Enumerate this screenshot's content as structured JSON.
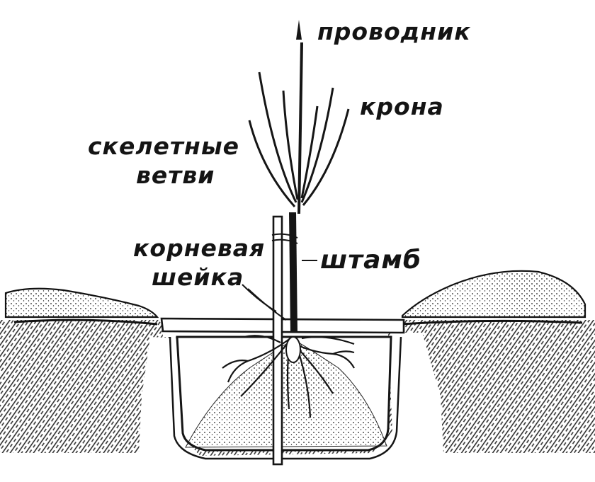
{
  "labels": {
    "leader": "проводник",
    "crown": "крона",
    "skeletal_branches_line1": "скелетные",
    "skeletal_branches_line2": "ветви",
    "root_collar_line1": "корневая",
    "root_collar_line2": "шейка",
    "trunk": "штамб"
  },
  "colors": {
    "ink": "#141414",
    "paper": "#ffffff",
    "soil": "#2a2a2a"
  }
}
